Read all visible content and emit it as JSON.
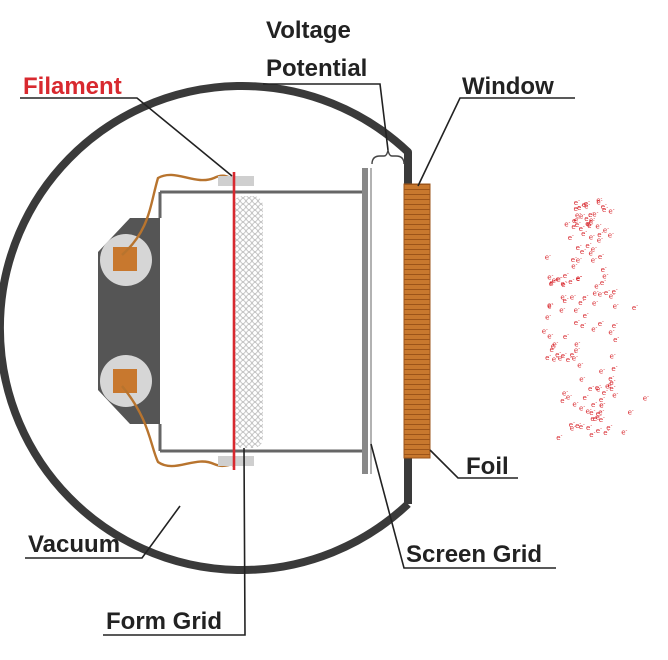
{
  "labels": {
    "voltage_line1": "Voltage",
    "voltage_line2": "Potential",
    "filament": "Filament",
    "window": "Window",
    "foil": "Foil",
    "vacuum": "Vacuum",
    "screen_grid": "Screen Grid",
    "form_grid": "Form Grid"
  },
  "electron_symbol": "e",
  "colors": {
    "filament": "#d8292f",
    "electron": "#d8292f",
    "window_foil": "#c8782e",
    "housing": "#3a3a3a",
    "socket": "#555555",
    "contact": "#c8782e",
    "wire": "#b8742e",
    "grid": "#bbbbbb",
    "label_text": "#222222"
  }
}
